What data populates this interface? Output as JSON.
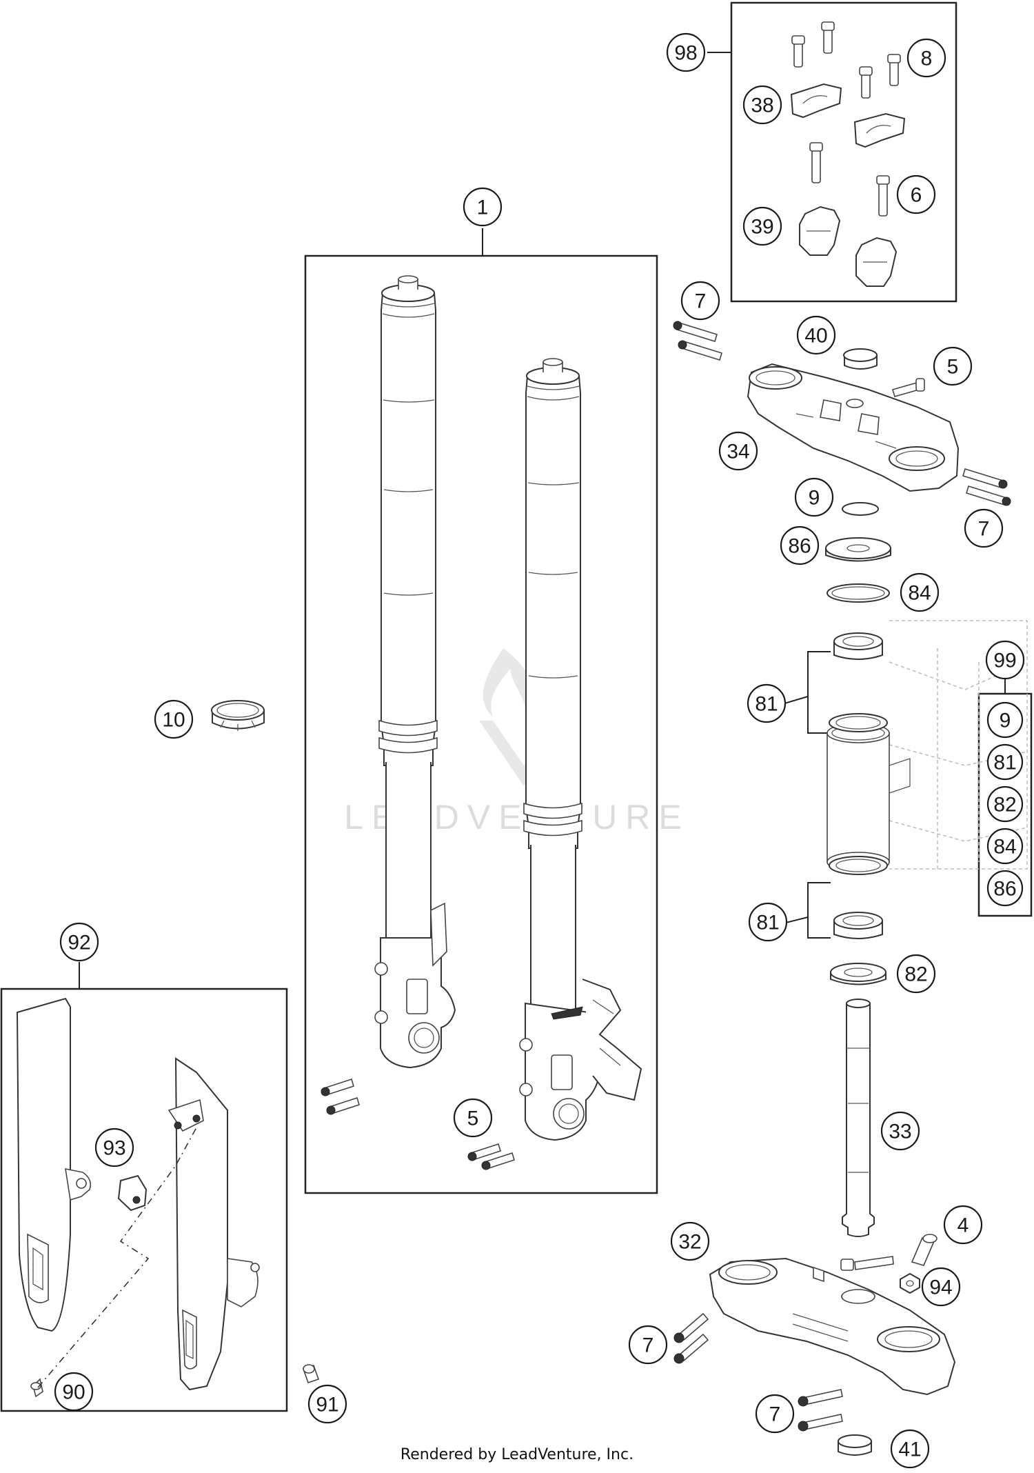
{
  "callouts": [
    {
      "id": "c-1",
      "label": "1"
    },
    {
      "id": "c-98",
      "label": "98"
    },
    {
      "id": "c-8",
      "label": "8"
    },
    {
      "id": "c-38",
      "label": "38"
    },
    {
      "id": "c-6",
      "label": "6"
    },
    {
      "id": "c-39",
      "label": "39"
    },
    {
      "id": "c-7a",
      "label": "7"
    },
    {
      "id": "c-40",
      "label": "40"
    },
    {
      "id": "c-5a",
      "label": "5"
    },
    {
      "id": "c-34",
      "label": "34"
    },
    {
      "id": "c-9",
      "label": "9"
    },
    {
      "id": "c-7b",
      "label": "7"
    },
    {
      "id": "c-86",
      "label": "86"
    },
    {
      "id": "c-84",
      "label": "84"
    },
    {
      "id": "c-99",
      "label": "99"
    },
    {
      "id": "c-81a",
      "label": "81"
    },
    {
      "id": "c-10",
      "label": "10"
    },
    {
      "id": "c-81b",
      "label": "81"
    },
    {
      "id": "c-92",
      "label": "92"
    },
    {
      "id": "c-82",
      "label": "82"
    },
    {
      "id": "c-93",
      "label": "93"
    },
    {
      "id": "c-5b",
      "label": "5"
    },
    {
      "id": "c-33",
      "label": "33"
    },
    {
      "id": "c-4",
      "label": "4"
    },
    {
      "id": "c-32",
      "label": "32"
    },
    {
      "id": "c-94",
      "label": "94"
    },
    {
      "id": "c-7c",
      "label": "7"
    },
    {
      "id": "c-90",
      "label": "90"
    },
    {
      "id": "c-91",
      "label": "91"
    },
    {
      "id": "c-7d",
      "label": "7"
    },
    {
      "id": "c-41",
      "label": "41"
    }
  ],
  "kit_99": [
    "9",
    "81",
    "82",
    "84",
    "86"
  ],
  "watermark": "LEADVENTURE",
  "footer": "Rendered by LeadVenture, Inc."
}
